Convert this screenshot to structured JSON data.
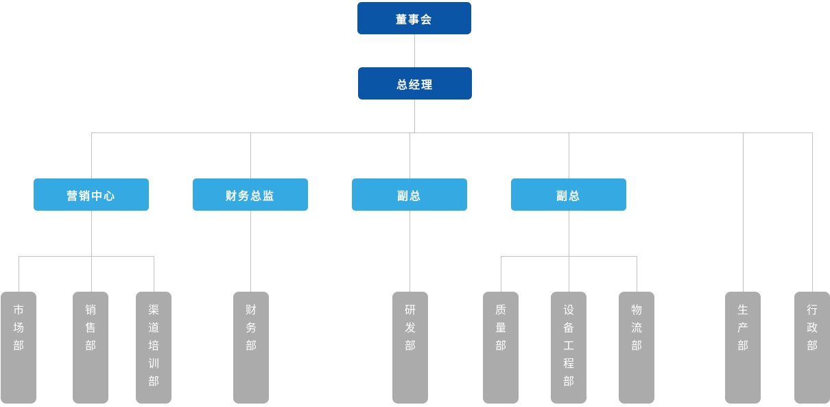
{
  "org": {
    "board": {
      "label": "董事会"
    },
    "gm": {
      "label": "总经理"
    },
    "mid": [
      {
        "label": "营销中心"
      },
      {
        "label": "财务总监"
      },
      {
        "label": "副总"
      },
      {
        "label": "副总"
      }
    ],
    "depts": [
      {
        "label": "市场部"
      },
      {
        "label": "销售部"
      },
      {
        "label": "渠道培训部"
      },
      {
        "label": "财务部"
      },
      {
        "label": "研发部"
      },
      {
        "label": "质量部"
      },
      {
        "label": "设备工程部"
      },
      {
        "label": "物流部"
      },
      {
        "label": "生产部"
      },
      {
        "label": "行政部"
      }
    ]
  },
  "colors": {
    "top_node": "#0b55a6",
    "mid_node": "#35a9e1",
    "dept_node": "#ababab",
    "connector": "#c2c2c2",
    "node_text": "#ffffff"
  }
}
